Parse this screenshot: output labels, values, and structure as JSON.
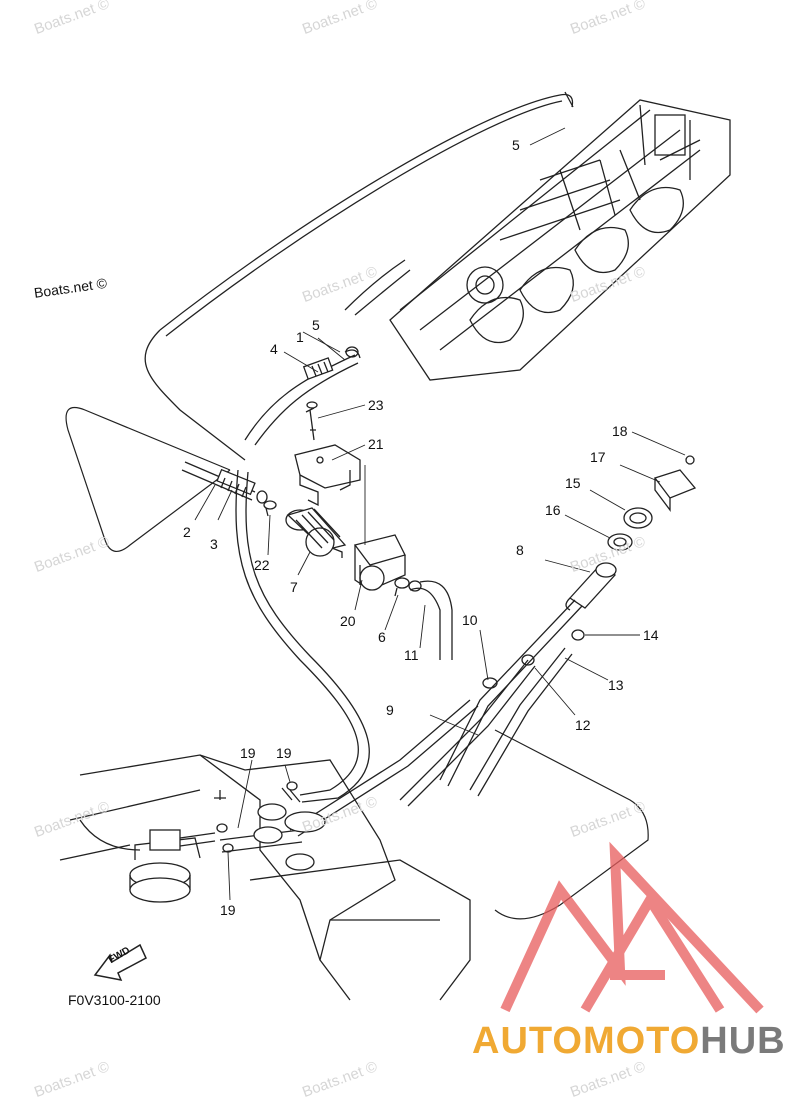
{
  "diagram": {
    "code": "F0V3100-2100",
    "fwd_label": "FWD",
    "watermark": "Boats.net ©",
    "brand": {
      "part1": "AUTOMOTO",
      "part2": "HUB"
    },
    "part_labels": {
      "p1": "1",
      "p2": "2",
      "p3": "3",
      "p4": "4",
      "p5a": "5",
      "p5b": "5",
      "p6": "6",
      "p7": "7",
      "p8": "8",
      "p9": "9",
      "p10": "10",
      "p11": "11",
      "p12": "12",
      "p13": "13",
      "p14": "14",
      "p15": "15",
      "p16": "16",
      "p17": "17",
      "p18": "18",
      "p19a": "19",
      "p19b": "19",
      "p19c": "19",
      "p20": "20",
      "p21": "21",
      "p22": "22",
      "p23": "23"
    }
  }
}
